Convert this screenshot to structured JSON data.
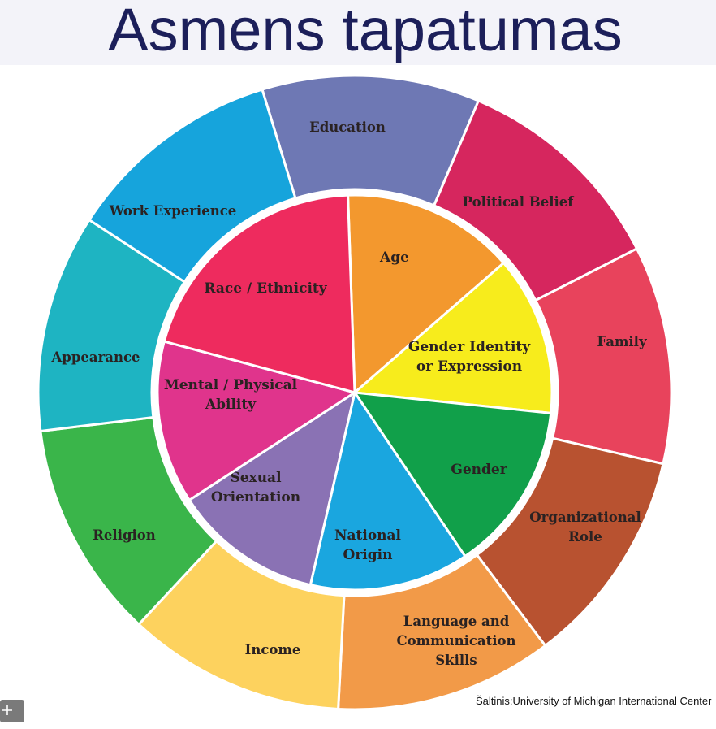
{
  "title": "Asmens tapatumas",
  "source": "Šaltinis:University of Michigan International Center",
  "outer_ring": [
    {
      "label": [
        "Education"
      ],
      "color": "#6e78b4"
    },
    {
      "label": [
        "Political Belief"
      ],
      "color": "#d6265e"
    },
    {
      "label": [
        "Family"
      ],
      "color": "#e8435c"
    },
    {
      "label": [
        "Organizational",
        "Role"
      ],
      "color": "#b85230"
    },
    {
      "label": [
        "Language and",
        "Communication",
        "Skills"
      ],
      "color": "#f29a48"
    },
    {
      "label": [
        "Income"
      ],
      "color": "#fdd25e"
    },
    {
      "label": [
        "Religion"
      ],
      "color": "#3ab54a"
    },
    {
      "label": [
        "Appearance"
      ],
      "color": "#1eb4c2"
    },
    {
      "label": [
        "Work Experience"
      ],
      "color": "#16a4dc"
    }
  ],
  "inner_ring": [
    {
      "label": [
        "Age"
      ],
      "color": "#f3982e"
    },
    {
      "label": [
        "Gender Identity",
        "or Expression"
      ],
      "color": "#f7ec1c"
    },
    {
      "label": [
        "Gender"
      ],
      "color": "#11a04a"
    },
    {
      "label": [
        "National",
        "Origin"
      ],
      "color": "#1aa6df"
    },
    {
      "label": [
        "Sexual",
        "Orientation"
      ],
      "color": "#8a72b4"
    },
    {
      "label": [
        "Mental / Physical",
        "Ability"
      ],
      "color": "#e0348c"
    },
    {
      "label": [
        "Race / Ethnicity"
      ],
      "color": "#ee2b5e"
    }
  ],
  "add_button_icon": "plus-icon"
}
